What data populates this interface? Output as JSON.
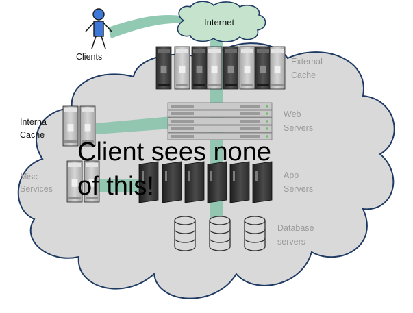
{
  "clients": {
    "label": "Clients"
  },
  "internet": {
    "label": "Internet"
  },
  "tiers": {
    "external_cache": [
      "External",
      "Cache"
    ],
    "web_servers": [
      "Web",
      "Servers"
    ],
    "app_servers": [
      "App",
      "Servers"
    ],
    "database_servers": [
      "Database",
      "servers"
    ],
    "internal_cache": [
      "Interna",
      "Cache"
    ],
    "misc_services": [
      "Misc",
      "Services"
    ]
  },
  "headline": [
    "Client sees none",
    "of this!"
  ],
  "colors": {
    "cloud_fill": "#d9d9d9",
    "cloud_stroke": "#1f3a63",
    "internet_fill": "#c5e3cd",
    "connector": "#7fc0a6",
    "person_fill": "#3d78d8",
    "server_dark": "#3b3b3b",
    "server_light": "#bdbdbd"
  }
}
